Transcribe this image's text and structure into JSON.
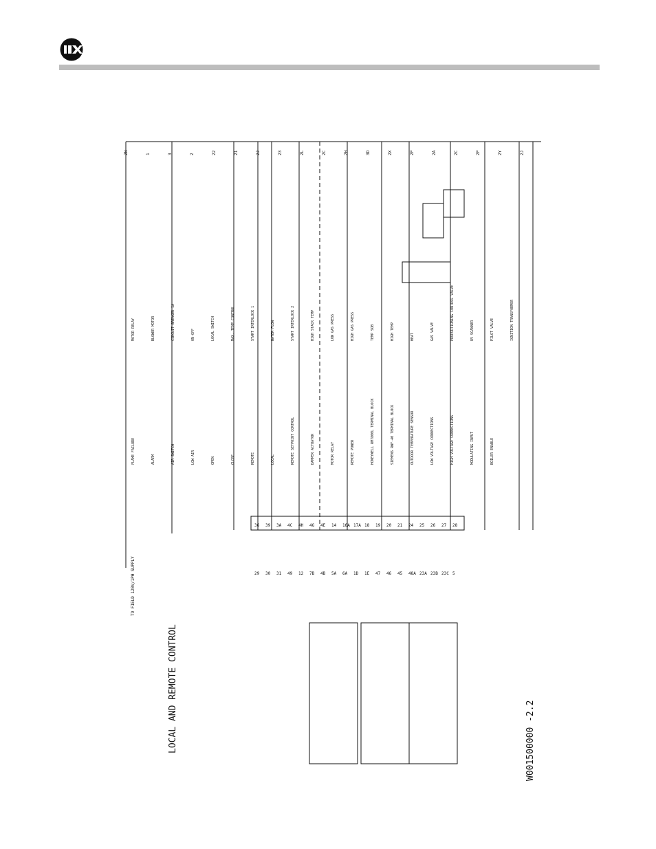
{
  "header": {
    "logo_text": "AX"
  },
  "drawing": {
    "title": "LOCAL AND REMOTE CONTROL",
    "drawing_number": "W001500000  -2.2",
    "supply_label": "TO FIELD 120V/1PH SUPPLY",
    "wire_labels": [
      "2N",
      "1",
      "3",
      "2",
      "22",
      "21",
      "2J",
      "23",
      "2L",
      "2C",
      "2H",
      "3D",
      "2X",
      "2P",
      "2A",
      "2C",
      "2P",
      "2Y",
      "2J"
    ],
    "components": [
      "MOTOR RELAY",
      "BLOWER MOTOR",
      "CIRCUIT BREAKER 1A",
      "ON-OFF",
      "LOCAL SWITCH",
      "MAX. TEMP CONTROL",
      "START INTERLOCK 1",
      "WATER FLOW",
      "START INTERLOCK 2",
      "HIGH STACK TEMP",
      "LOW GAS PRESS",
      "HIGH GAS PRESS",
      "TEMP SOB",
      "HIGH TEMP",
      "HEAT",
      "GAS VALVE",
      "PROPORTIONING CONTROL VALVE",
      "UV SCANNER",
      "PILOT VALVE",
      "IGNITION TRANSFORMER",
      "FLAME FAILURE",
      "ALARM",
      "AIR SWITCH",
      "LOW AIR",
      "OPEN",
      "CLOSE",
      "REMOTE",
      "LOCAL",
      "REMOTE SETPOINT CONTROL",
      "DAMPER ACTUATOR",
      "MOTOR RELAY",
      "REMOTE POWER",
      "HONEYWELL RM7800L TERMINAL BLOCK",
      "SIEMENS RWF-40 TERMINAL BLOCK",
      "OUTDOOR TEMPERATURE SENSOR",
      "LOW VOLTAGE CONNECTIONS",
      "HIGH VOLTAGE CONNECTIONS",
      "MODULATING INPUT",
      "BOILER ENABLE"
    ],
    "terminal_numbers": [
      "36",
      "39",
      "3A",
      "4C",
      "4H",
      "4G",
      "4E",
      "14",
      "16A",
      "17A",
      "18",
      "19",
      "20",
      "21",
      "24",
      "25",
      "26",
      "27",
      "28",
      "29",
      "30",
      "31",
      "49",
      "12",
      "7B",
      "4B",
      "5A",
      "6A",
      "1D",
      "1E",
      "47",
      "46",
      "45",
      "48A",
      "23A",
      "23B",
      "23C",
      "5"
    ]
  }
}
